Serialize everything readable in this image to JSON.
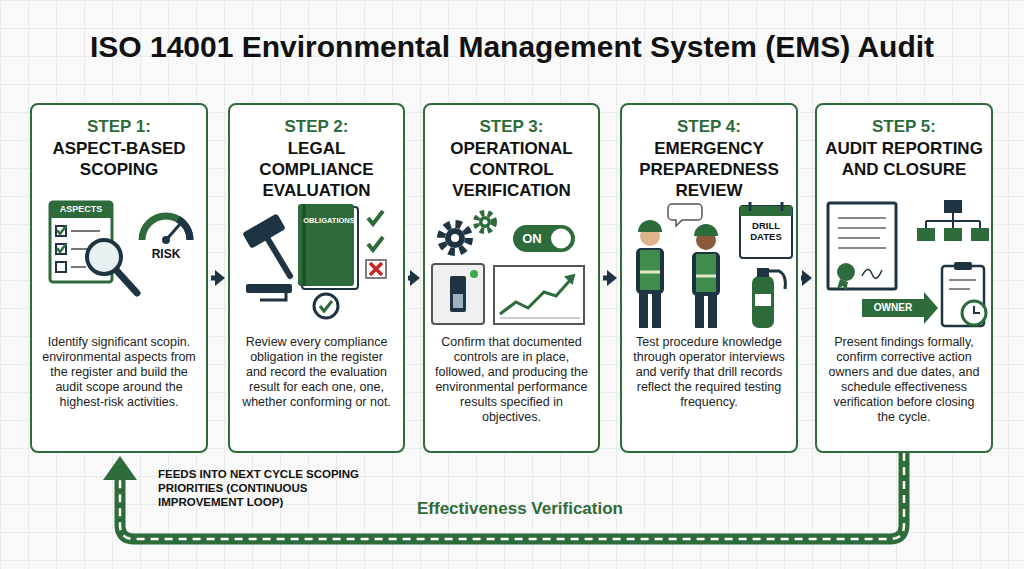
{
  "diagram": {
    "title": "ISO 14001 Environmental Management System (EMS) Audit",
    "nodes": [
      {
        "text": [
          "STEP 1:",
          "ASPECT-BASED SCOPING",
          "Identify significant scopin. environmental aspects from the register and build the audit scope around the highest-risk activities."
        ]
      },
      {
        "text": [
          "STEP 2:",
          "LEGAL COMPLIANCE EVALUATION",
          "Review every compliance obligation in the register and record the evaluation result for each one, one, whether conforming or not."
        ]
      },
      {
        "text": [
          "STEP 3:",
          "OPERATIONAL CONTROL VERIFICATION",
          "Confirm that documented controls are in place, followed, and producing the environmental performance results specified in objectives."
        ]
      },
      {
        "text": [
          "STEP 4:",
          "EMERGENCY PREPAREDNESS REVIEW",
          "Test procedure knowledge through operator interviews and verify that drill records reflect the required testing frequency."
        ]
      },
      {
        "text": [
          "STEP 5:",
          "AUDIT REPORTING AND CLOSURE",
          "Present findings formally, confirm corrective action owners and due dates, and schedule effectiveness verification before closing the cycle."
        ]
      }
    ],
    "edges": [
      {
        "from": 0,
        "to": 1,
        "arrow": "to"
      },
      {
        "from": 1,
        "to": 2,
        "arrow": "to"
      },
      {
        "from": 2,
        "to": 3,
        "arrow": "to"
      },
      {
        "from": 3,
        "to": 4,
        "arrow": "to"
      },
      {
        "from": 4,
        "to": 0,
        "label": "Effectiveness Verification",
        "arrow": "to"
      }
    ],
    "labels": [
      "ASPECTS",
      "RISK",
      "OBLIGATIONS",
      "ON",
      "DRILL DATES",
      "OWNER",
      "FEEDS INTO NEXT CYCLE SCOPING PRIORITIES (CONTINUOUS IMPROVEMENT LOOP)"
    ]
  }
}
